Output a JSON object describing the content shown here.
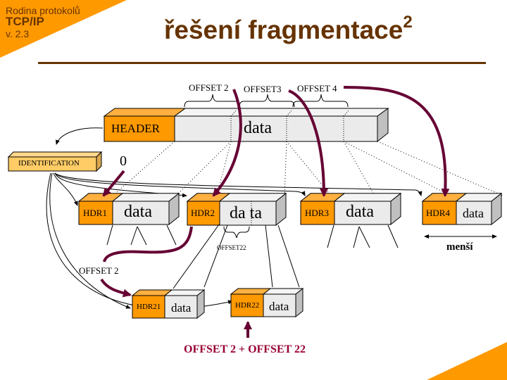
{
  "corner": {
    "line1": "Rodina protokolů",
    "line2": "TCP/IP",
    "line3": "v. 2.3"
  },
  "title": {
    "text": "řešení fragmentace",
    "superscript": "2"
  },
  "colors": {
    "brand_orange": "#ff9900",
    "header_orange": "#ff9900",
    "header_top": "#ffb040",
    "id_fill": "#ffcc66",
    "data_fill": "#ebebeb",
    "data_top": "#f4f4f4",
    "side": "#c0c0c0",
    "title_brown": "#663300",
    "arrow_maroon": "#660033",
    "offset_red": "#990033"
  },
  "diagram": {
    "original": {
      "header": "HEADER",
      "data": "data"
    },
    "identification": "IDENTIFICATION",
    "zero": "0",
    "offsets": [
      "OFFSET 2",
      "OFFSET3",
      "OFFSET 4"
    ],
    "fragments": [
      {
        "header": "HDR1",
        "data": "data"
      },
      {
        "header": "HDR2",
        "data": "da ta"
      },
      {
        "header": "HDR3",
        "data": "data"
      },
      {
        "header": "HDR4",
        "data": "data"
      }
    ],
    "offset22": "OFFSET22",
    "smaller": "menší",
    "offset2_label": "OFFSET 2",
    "subfragments": [
      {
        "header": "HDR21",
        "data": "data"
      },
      {
        "header": "HDR22",
        "data": "data"
      }
    ],
    "sum_label": "OFFSET 2 + OFFSET 22"
  }
}
